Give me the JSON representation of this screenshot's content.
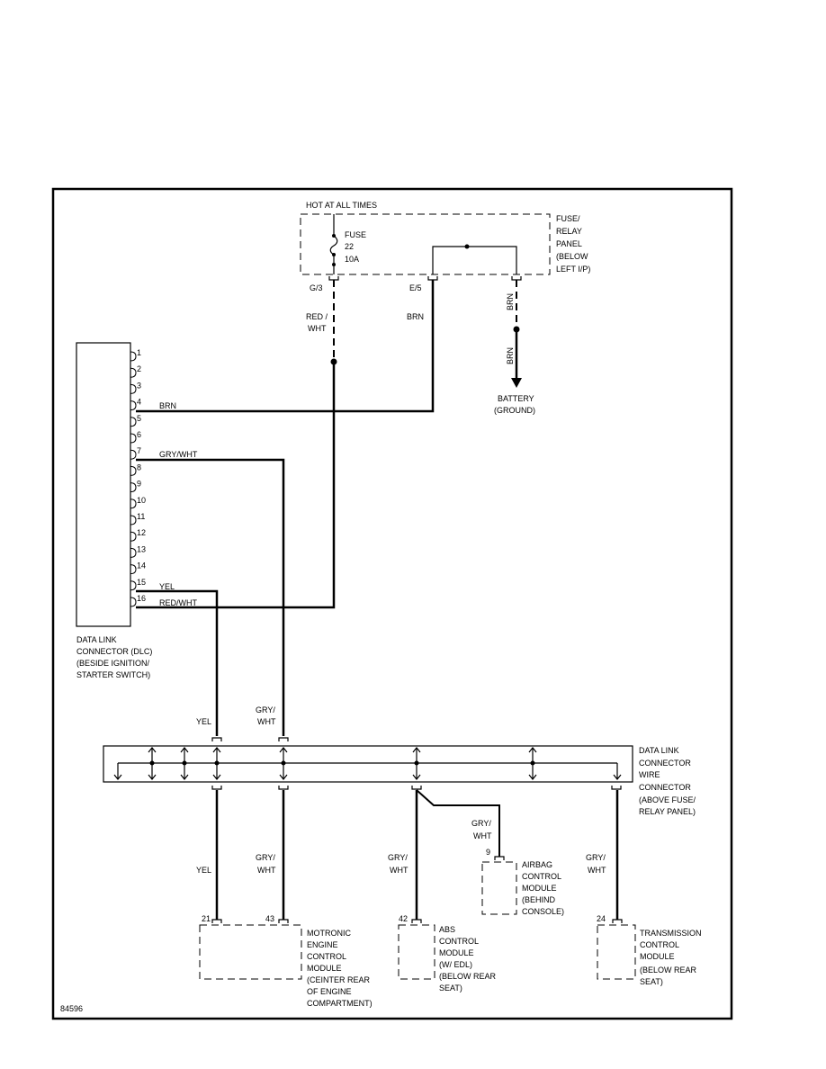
{
  "diagram": {
    "figure_id": "84596",
    "fuse_panel": {
      "header": "HOT AT ALL TIMES",
      "fuse_lines": [
        "FUSE",
        "22",
        "10A"
      ],
      "name_lines": [
        "FUSE/",
        "RELAY",
        "PANEL",
        "(BELOW",
        "LEFT I/P)"
      ],
      "terminal_g3": "G/3",
      "terminal_e5": "E/5"
    },
    "wires": {
      "red_wht_top": [
        "RED /",
        "WHT"
      ],
      "brn_top": "BRN",
      "brn_vertical_1": "BRN",
      "brn_vertical_2": "BRN",
      "brn_pin4": "BRN",
      "gry_wht_pin7": "GRY/WHT",
      "yel_pin15": "YEL",
      "red_wht_pin16": "RED/WHT",
      "yel_mid": "YEL",
      "gry_wht_mid": [
        "GRY/",
        "WHT"
      ],
      "yel_lower": "YEL",
      "gry_wht_ecm": [
        "GRY/",
        "WHT"
      ],
      "gry_wht_abs": [
        "GRY/",
        "WHT"
      ],
      "gry_wht_airbag": [
        "GRY/",
        "WHT"
      ],
      "gry_wht_tcm": [
        "GRY/",
        "WHT"
      ]
    },
    "battery": [
      "BATTERY",
      "(GROUND)"
    ],
    "dlc": {
      "pins": [
        "1",
        "2",
        "3",
        "4",
        "5",
        "6",
        "7",
        "8",
        "9",
        "10",
        "11",
        "12",
        "13",
        "14",
        "15",
        "16"
      ],
      "label_lines": [
        "DATA LINK",
        "CONNECTOR (DLC)",
        "(BESIDE IGNITION/",
        "STARTER SWITCH)"
      ]
    },
    "wire_connector": {
      "label_lines": [
        "DATA LINK",
        "CONNECTOR",
        "WIRE",
        "CONNECTOR",
        "(ABOVE FUSE/",
        "RELAY PANEL)"
      ]
    },
    "ecm": {
      "pin_a": "21",
      "pin_b": "43",
      "label_lines": [
        "MOTRONIC",
        "ENGINE",
        "CONTROL",
        "MODULE",
        "(CEINTER REAR",
        "OF ENGINE",
        "COMPARTMENT)"
      ]
    },
    "abs": {
      "pin": "42",
      "label_lines": [
        "ABS",
        "CONTROL",
        "MODULE",
        "(W/ EDL)",
        "(BELOW REAR",
        "SEAT)"
      ]
    },
    "airbag": {
      "pin": "9",
      "label_lines": [
        "AIRBAG",
        "CONTROL",
        "MODULE",
        "(BEHIND",
        "CONSOLE)"
      ]
    },
    "tcm": {
      "pin": "24",
      "label_lines": [
        "TRANSMISSION",
        "CONTROL",
        "MODULE",
        "(BELOW REAR",
        "SEAT)"
      ]
    }
  }
}
